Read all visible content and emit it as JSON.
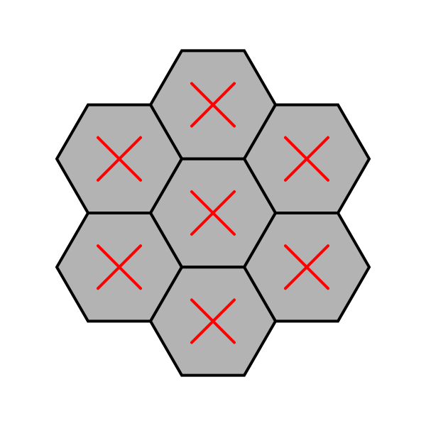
{
  "board": {
    "cell_fill": "#b3b3b3",
    "cell_stroke": "#000000",
    "mark_color": "#ff0000",
    "cells": [
      {
        "name": "hex-cell-top",
        "col": 0,
        "row": -1,
        "mark": "X"
      },
      {
        "name": "hex-cell-upper-left",
        "col": -1,
        "row": -0.5,
        "mark": "X"
      },
      {
        "name": "hex-cell-upper-right",
        "col": 1,
        "row": -0.5,
        "mark": "X"
      },
      {
        "name": "hex-cell-center",
        "col": 0,
        "row": 0,
        "mark": "X"
      },
      {
        "name": "hex-cell-lower-left",
        "col": -1,
        "row": 0.5,
        "mark": "X"
      },
      {
        "name": "hex-cell-lower-right",
        "col": 1,
        "row": 0.5,
        "mark": "X"
      },
      {
        "name": "hex-cell-bottom",
        "col": 0,
        "row": 1,
        "mark": "X"
      }
    ]
  }
}
